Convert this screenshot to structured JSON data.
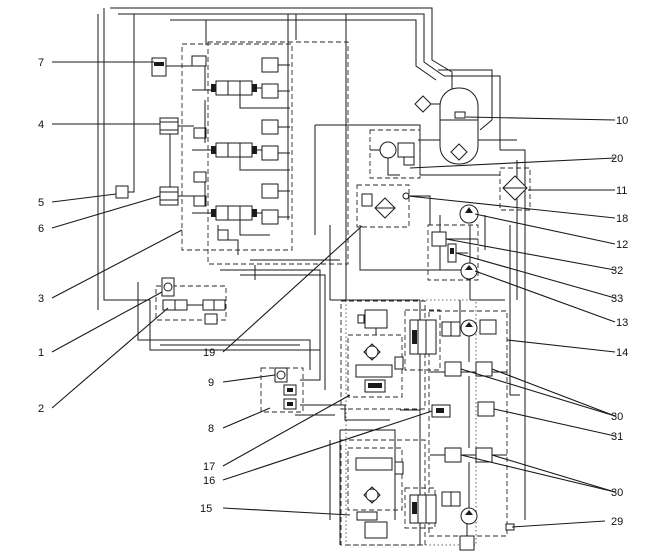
{
  "labels": {
    "l1": "1",
    "l2": "2",
    "l3": "3",
    "l4": "4",
    "l5": "5",
    "l6": "6",
    "l7": "7",
    "l8": "8",
    "l9": "9",
    "l10": "10",
    "l11": "11",
    "l12": "12",
    "l13": "13",
    "l14": "14",
    "l15": "15",
    "l16": "16",
    "l17": "17",
    "l18": "18",
    "l19": "19",
    "l20": "20",
    "l29": "29",
    "l30a": "30",
    "l30b": "30",
    "l31": "31",
    "l32": "32",
    "l33": "33"
  }
}
